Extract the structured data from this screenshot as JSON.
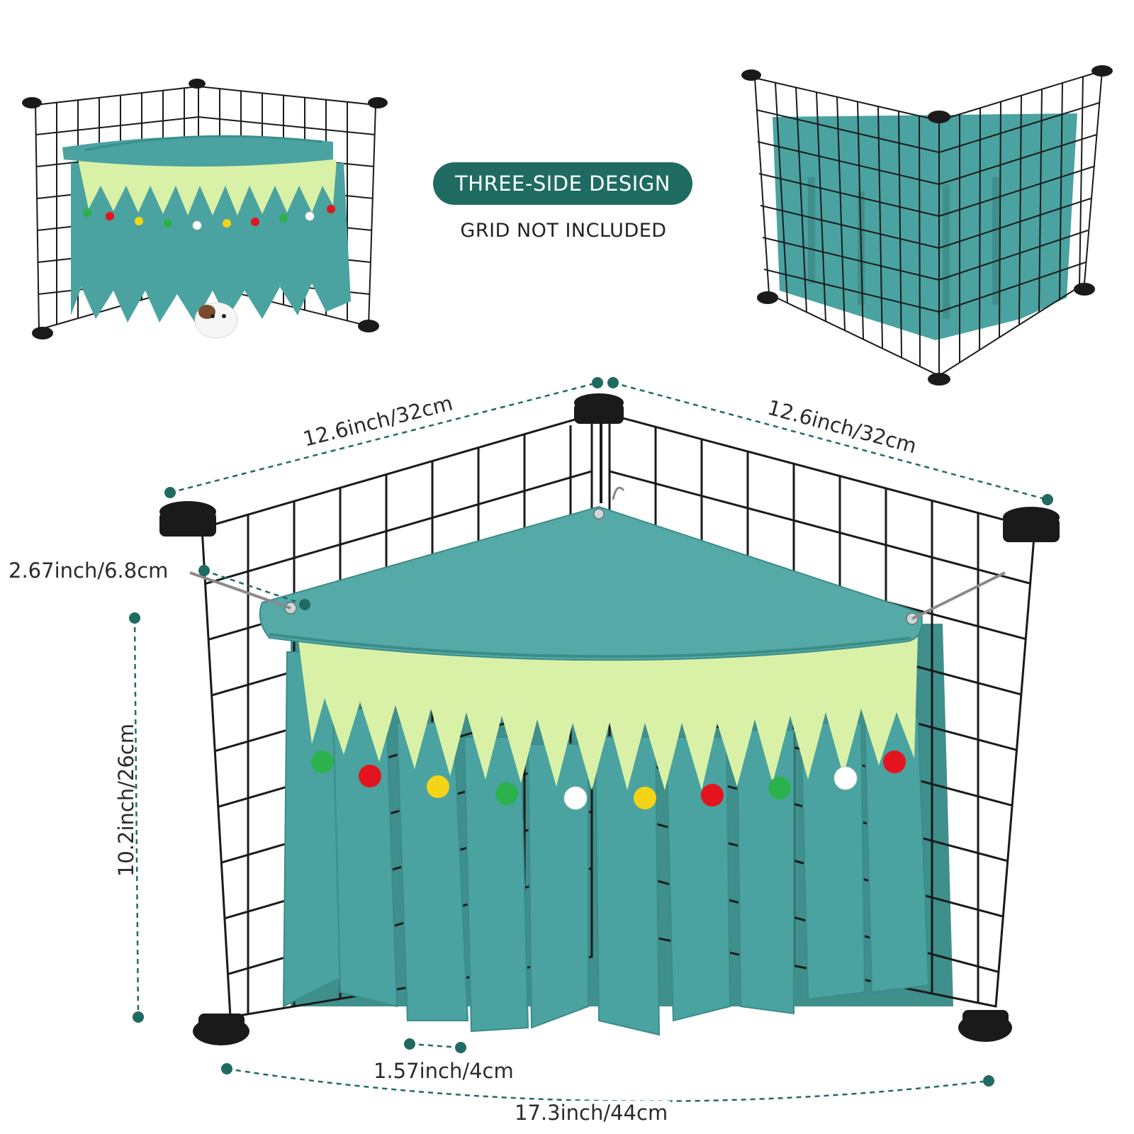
{
  "badge": {
    "title": "THREE-SIDE DESIGN"
  },
  "note": {
    "text": "GRID NOT INCLUDED"
  },
  "dimensions": {
    "left_side": "12.6inch/32cm",
    "right_side": "12.6inch/32cm",
    "top_gap": "2.67inch/6.8cm",
    "height": "10.2inch/26cm",
    "strip_width": "1.57inch/4cm",
    "front_width": "17.3inch/44cm"
  },
  "colors": {
    "badge_bg": "#1f6b62",
    "dimension_line": "#1f6b62",
    "fabric_teal": "#4aa3a0",
    "fabric_yellow": "#d9f1a7",
    "grid_wire": "#1a1a1a",
    "pompom_colors": [
      "#2bb24c",
      "#e3141d",
      "#f4d416",
      "#2bb24c",
      "#ffffff",
      "#f4d416",
      "#e3141d",
      "#2bb24c",
      "#ffffff",
      "#e3141d"
    ]
  }
}
